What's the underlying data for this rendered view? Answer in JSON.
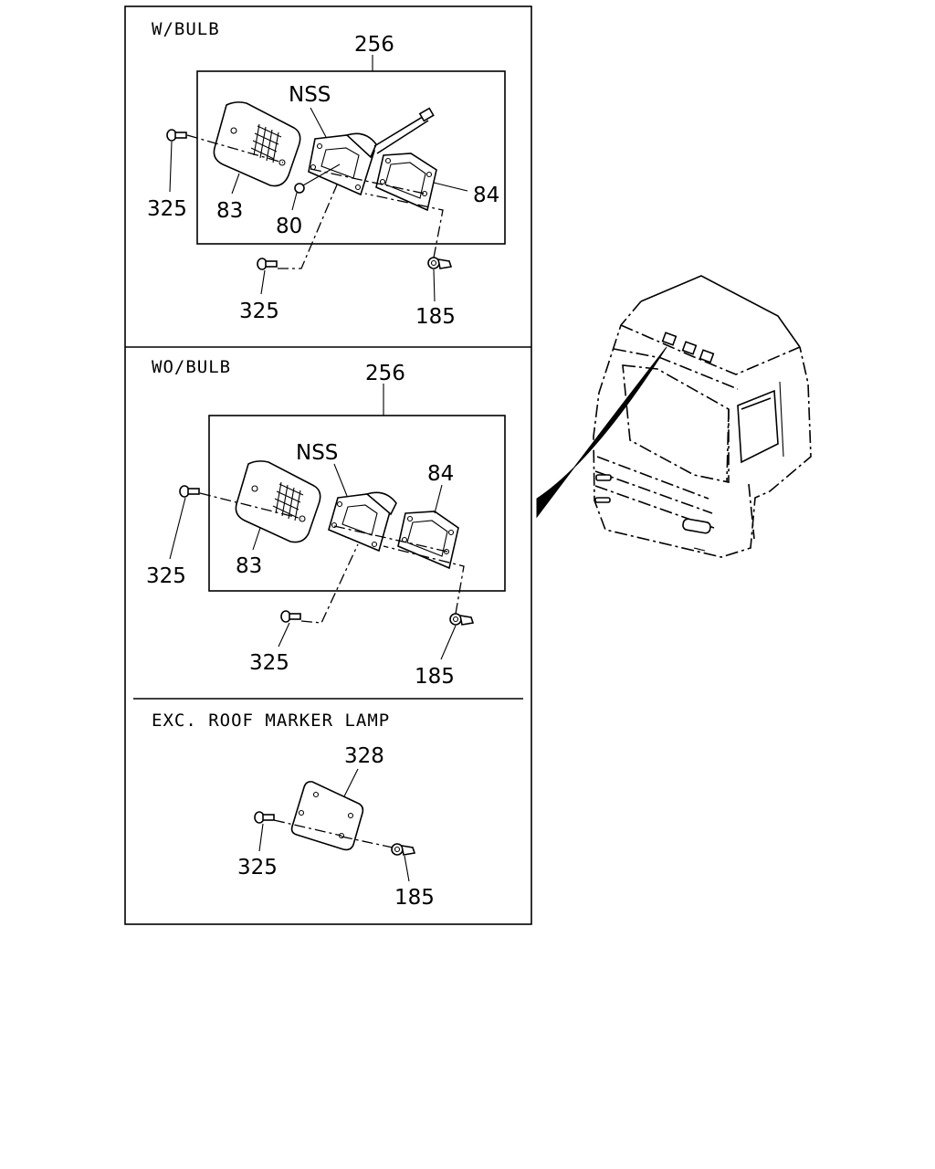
{
  "panels": {
    "with_bulb": {
      "header": "W/BULB",
      "callouts": {
        "assembly": "256",
        "nss": "NSS",
        "bolt_left": "325",
        "lens": "83",
        "bulb": "80",
        "gasket": "84",
        "bolt_bottom": "325",
        "nut": "185"
      }
    },
    "without_bulb": {
      "header": "WO/BULB",
      "callouts": {
        "assembly": "256",
        "nss": "NSS",
        "gasket": "84",
        "bolt_left": "325",
        "lens": "83",
        "bolt_bottom": "325",
        "nut": "185"
      }
    },
    "exc_roof": {
      "header": "EXC. ROOF  MARKER  LAMP",
      "callouts": {
        "cover": "328",
        "bolt": "325",
        "nut": "185"
      }
    }
  }
}
